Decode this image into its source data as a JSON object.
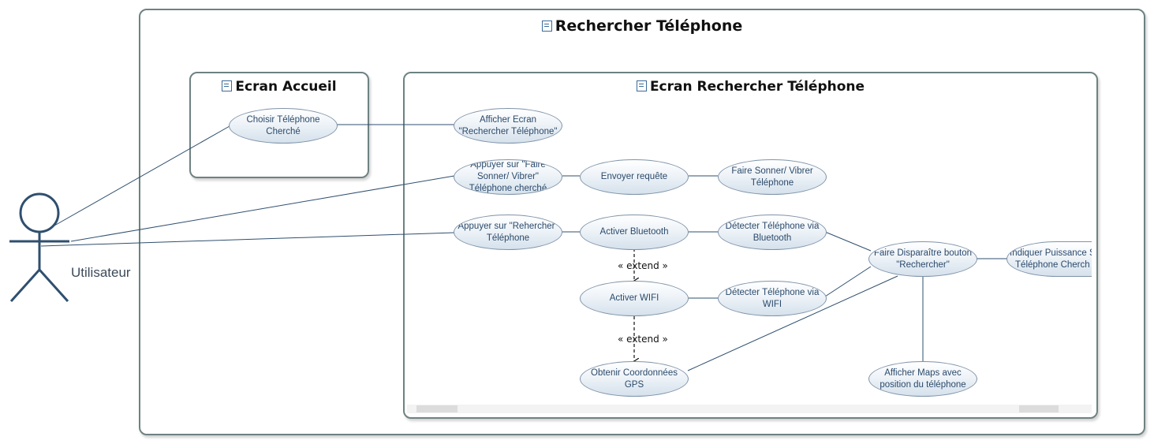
{
  "outer": {
    "title": "Rechercher Téléphone"
  },
  "accueil": {
    "title": "Ecran Accueil"
  },
  "rechercher": {
    "title": "Ecran Rechercher Téléphone"
  },
  "actor": {
    "label": "Utilisateur"
  },
  "usecases": {
    "choisir": "Choisir Téléphone\nCherché",
    "afficher_ecran": "Afficher Ecran\n\"Rechercher Téléphone\"",
    "appuyer_faire": "Appuyer sur \"Faire\nSonner/ Vibrer\"\nTéléphone cherché",
    "envoyer": "Envoyer requête",
    "faire_sonner": "Faire Sonner/ Vibrer\nTéléphone",
    "appuyer_rech": "Appuyer sur \"Rehercher\"\nTéléphone",
    "bluetooth": "Activer Bluetooth",
    "detect_bt": "Détecter Téléphone via\nBluetooth",
    "wifi": "Activer WIFI",
    "detect_wifi": "Détecter Téléphone via\nWIFI",
    "disparaitre": "Faire Disparaître bouton\n\"Rechercher\"",
    "indiquer": "Indiquer Puissance S\nTéléphone Cherch",
    "gps": "Obtenir Coordonnées GPS",
    "maps": "Afficher Maps avec\nposition du téléphone"
  },
  "extend_labels": {
    "first": "« extend »",
    "second": "« extend »"
  },
  "colors": {
    "frame": "#6e8282",
    "line": "#2f4f6f",
    "usecase_border": "#7f93a8"
  }
}
